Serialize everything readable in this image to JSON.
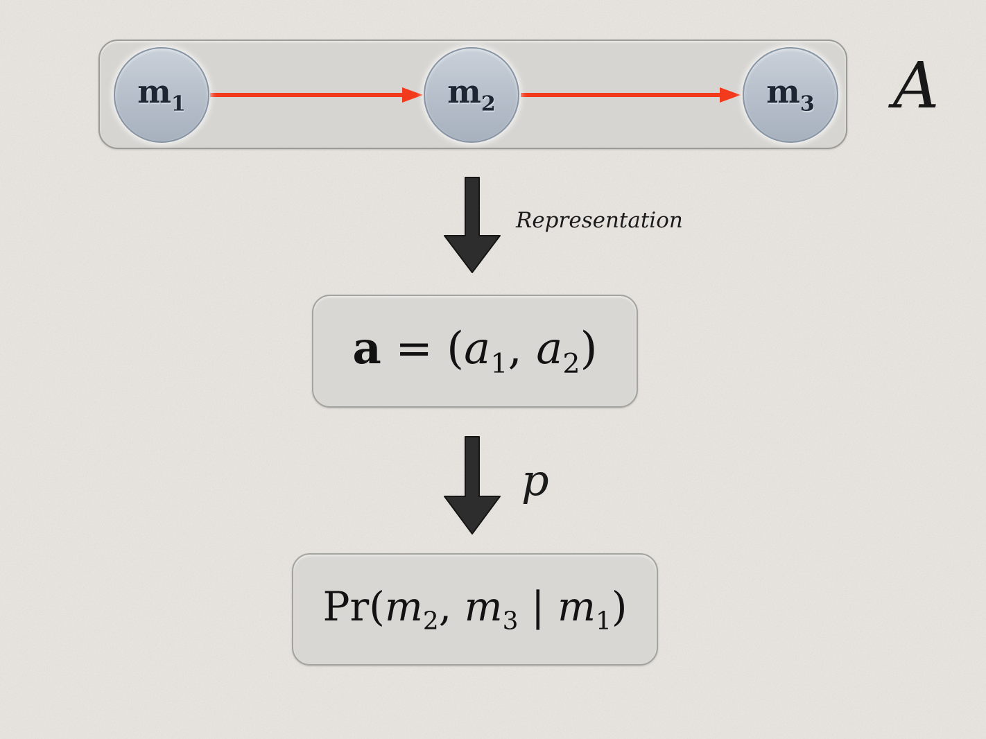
{
  "slide": {
    "chain_name": "A",
    "background_color": "#e8e5e0"
  },
  "graph": {
    "nodes": [
      {
        "base": "m",
        "sub": "1"
      },
      {
        "base": "m",
        "sub": "2"
      },
      {
        "base": "m",
        "sub": "3"
      }
    ],
    "edges": [
      {
        "from": "m1",
        "to": "m2"
      },
      {
        "from": "m2",
        "to": "m3"
      }
    ],
    "colors": {
      "edge_arrow": "#f23a1d",
      "node_fill_top": "#c9d0d9",
      "node_fill_bottom": "#a7b1be",
      "node_border": "#8795a4",
      "container_fill": "#d6d5d1",
      "container_border": "#9b9b97"
    }
  },
  "flow": {
    "step1_label": "Representation",
    "step2_label": "p",
    "down_arrow_color": "#2d2d2d"
  },
  "formulas": {
    "vector": {
      "parts": [
        "a",
        " = (",
        "a",
        "1",
        ", ",
        "a",
        "2",
        ")"
      ]
    },
    "probability": {
      "parts": [
        "Pr(",
        "m",
        "2",
        ", ",
        "m",
        "3",
        " | ",
        "m",
        "1",
        ")"
      ]
    }
  },
  "boxes": {
    "fill": "#d8d7d3",
    "border": "#a3a39f"
  }
}
